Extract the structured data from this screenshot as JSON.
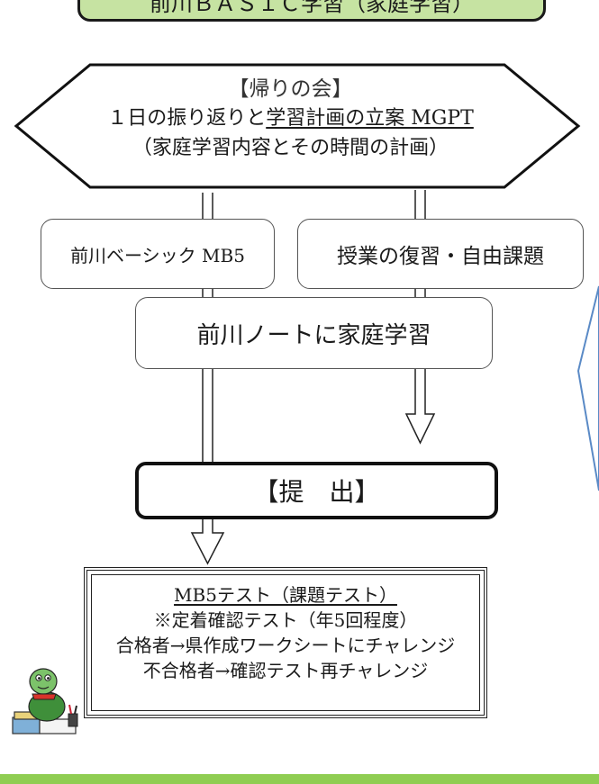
{
  "banner": {
    "text": "前川ＢＡＳＩＣ学習（家庭学習）"
  },
  "meeting": {
    "title": "【帰りの会】",
    "line2_prefix": "１日の振り返りと",
    "line2_underlined": "学習計画の立案 MGPT",
    "line3": "（家庭学習内容とその時間の計画）"
  },
  "steps": {
    "basic": "前川ベーシック MB5",
    "review": "授業の復習・自由課題",
    "notebook": "前川ノートに家庭学習",
    "submit": "【提　出】"
  },
  "test": {
    "title": "MB5テスト（課題テスト）",
    "line2": "※定着確認テスト（年5回程度）",
    "line3": "合格者→県作成ワークシートにチャレンジ",
    "line4": "不合格者→確認テスト再チャレンジ"
  },
  "colors": {
    "banner_bg": "#c6e3a2",
    "bottom_bar": "#8fcd52",
    "side_shape": "#5a8ac6"
  },
  "mascot": {
    "icon": "turtle-mascot-studying-icon"
  }
}
